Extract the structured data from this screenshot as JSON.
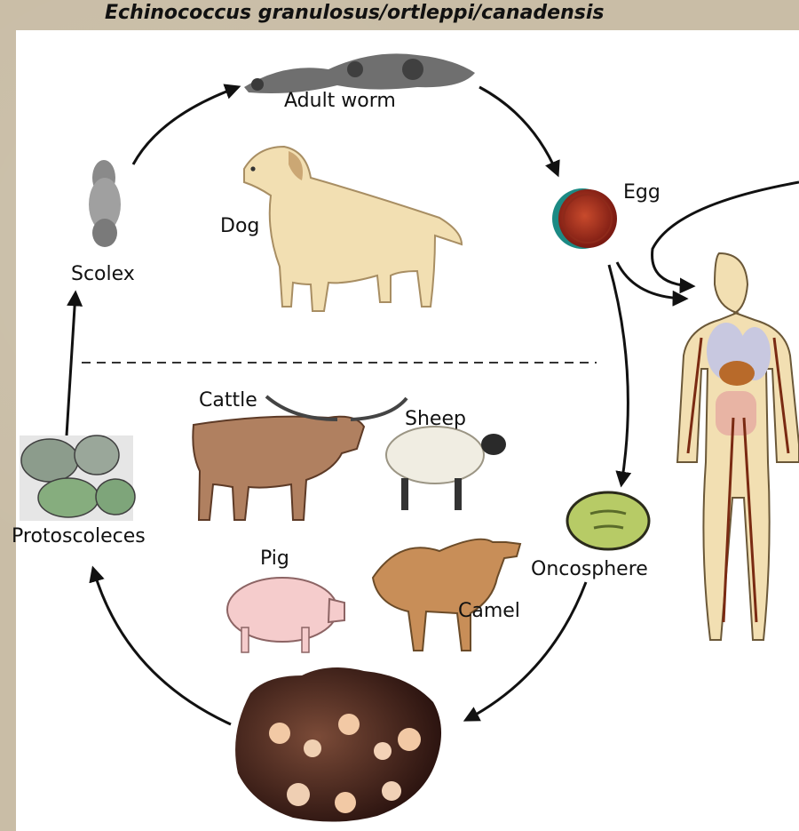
{
  "title": "Echinococcus granulosus/ortleppi/canadensis",
  "labels": {
    "adult_worm": "Adult worm",
    "dog": "Dog",
    "egg": "Egg",
    "scolex": "Scolex",
    "cattle": "Cattle",
    "sheep": "Sheep",
    "pig": "Pig",
    "camel": "Camel",
    "protoscoleces": "Protoscoleces",
    "oncosphere": "Oncosphere"
  }
}
